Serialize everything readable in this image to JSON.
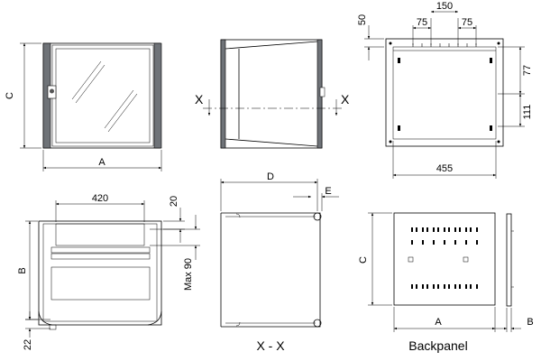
{
  "front_view": {
    "dim_width": "A",
    "dim_height": "C"
  },
  "side_view": {
    "section_marker_left": "X",
    "section_marker_right": "X"
  },
  "back_view": {
    "dim_top_left": "75",
    "dim_top_center": "150",
    "dim_top_right": "75",
    "dim_top_offset": "50",
    "dim_right_upper": "77",
    "dim_right_lower": "111",
    "dim_bottom": "455"
  },
  "bottom_left_view": {
    "dim_top_width": "420",
    "dim_top_offset": "20",
    "dim_max_label": "Max 90",
    "dim_height": "B",
    "dim_bottom_offset": "22"
  },
  "section_view": {
    "dim_depth": "D",
    "dim_e": "E",
    "caption": "X - X"
  },
  "backpanel_view": {
    "dim_height": "C",
    "dim_width": "A",
    "dim_depth": "B",
    "caption": "Backpanel"
  }
}
